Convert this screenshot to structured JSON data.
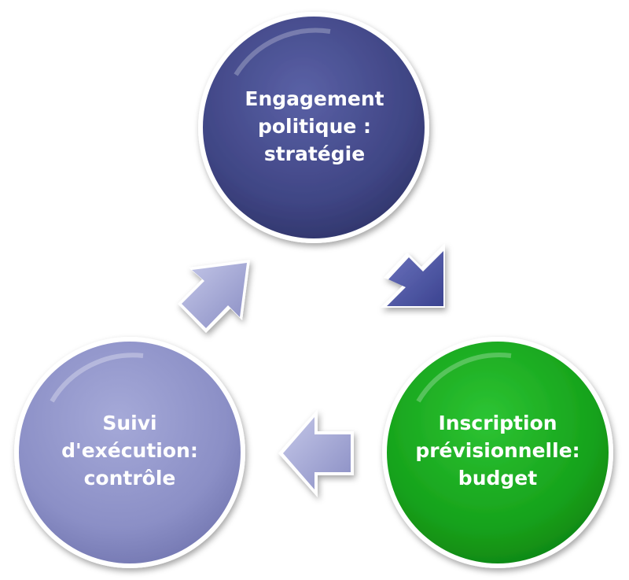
{
  "nodes": [
    {
      "id": "strategy",
      "lines": [
        "Engagement",
        "politique :",
        "stratégie"
      ],
      "color": "#3f4584"
    },
    {
      "id": "budget",
      "lines": [
        "Inscription",
        "prévisionnelle:",
        "budget"
      ],
      "color": "#16a21b"
    },
    {
      "id": "control",
      "lines": [
        "Suivi",
        "d'exécution:",
        "contrôle"
      ],
      "color": "#8b8fc6"
    }
  ],
  "arrows": [
    {
      "id": "strategy-to-budget",
      "direction": "down-right",
      "color": "#4f58a6"
    },
    {
      "id": "budget-to-control",
      "direction": "left",
      "color": "#9ea2d2"
    },
    {
      "id": "control-to-strategy",
      "direction": "up-right",
      "color": "#9ea2d2"
    }
  ]
}
